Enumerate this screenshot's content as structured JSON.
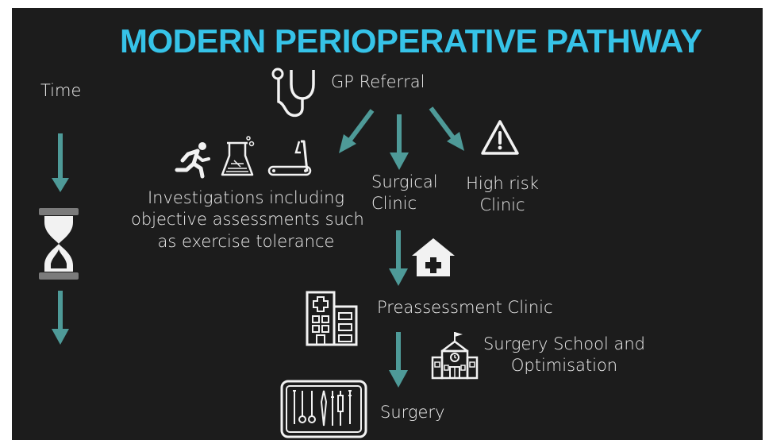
{
  "title": "MODERN PERIOPERATIVE PATHWAY",
  "time_label": "Time",
  "nodes": {
    "gp_referral": "GP Referral",
    "investigations": [
      "Investigations including",
      "objective assessments such",
      "as exercise tolerance"
    ],
    "surgical_clinic": [
      "Surgical",
      "Clinic"
    ],
    "high_risk_clinic": [
      "High risk",
      "Clinic"
    ],
    "preassessment_clinic": "Preassessment Clinic",
    "surgery_school": [
      "Surgery School and",
      "Optimisation"
    ],
    "surgery": "Surgery"
  },
  "icons": [
    "stethoscope-icon",
    "runner-icon",
    "lab-flask-icon",
    "treadmill-icon",
    "warning-icon",
    "house-medical-icon",
    "hospital-building-icon",
    "school-icon",
    "surgical-instruments-icon",
    "hourglass-icon"
  ],
  "colors": {
    "background": "#1c1c1c",
    "title": "#36c3e8",
    "arrow": "#4e9a98",
    "text": "#ececec"
  }
}
